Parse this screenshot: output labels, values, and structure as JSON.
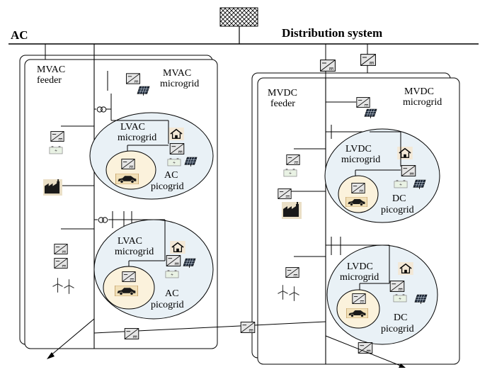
{
  "diagram": {
    "ac_label": "AC",
    "distribution_label": "Distribution system",
    "mvac_feeder": [
      "MVAC",
      "feeder"
    ],
    "mvac_microgrid": [
      "MVAC",
      "microgrid"
    ],
    "mvdc_feeder": [
      "MVDC",
      "feeder"
    ],
    "mvdc_microgrid": [
      "MVDC",
      "microgrid"
    ],
    "lvac_microgrid": [
      "LVAC",
      "microgrid"
    ],
    "lvdc_microgrid": [
      "LVDC",
      "microgrid"
    ],
    "ac_picogrid": [
      "AC",
      "picogrid"
    ],
    "dc_picogrid": [
      "DC",
      "picogrid"
    ]
  },
  "icons": [
    "converter-icon",
    "solar-panel-icon",
    "battery-icon",
    "house-icon",
    "car-icon",
    "factory-icon",
    "wind-turbine-icon",
    "transformer-icon",
    "grid-source-icon"
  ],
  "colors": {
    "microgrid_fill": "#e9f1f6",
    "picogrid_fill": "#fbf2dc",
    "house_fill": "#f3e8d6",
    "line": "#000000"
  }
}
